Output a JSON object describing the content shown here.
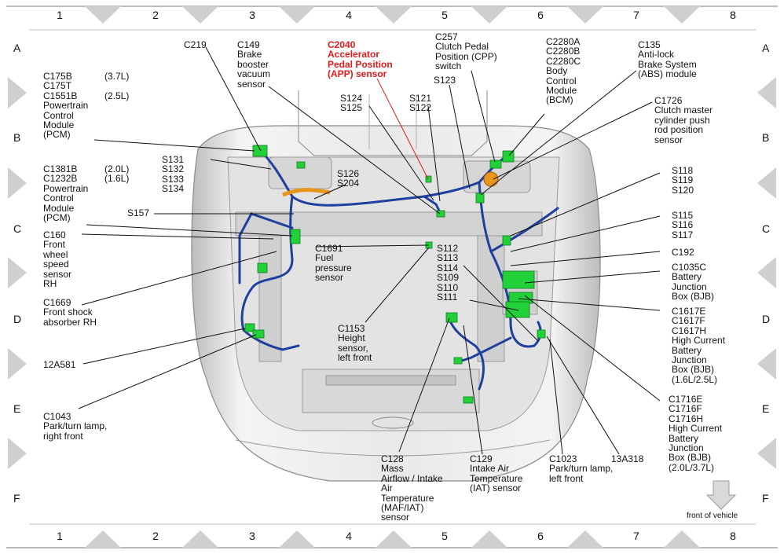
{
  "columns": [
    "1",
    "2",
    "3",
    "4",
    "5",
    "6",
    "7",
    "8"
  ],
  "rows": [
    "A",
    "B",
    "C",
    "D",
    "E",
    "F"
  ],
  "labels": {
    "c219": "C219",
    "c149": "C149\nBrake\nbooster\nvacuum\nsensor",
    "c2040": "C2040\nAccelerator\nPedal Position\n(APP) sensor",
    "c257": "C257\nClutch Pedal\nPosition (CPP)\nswitch",
    "c2280": "C2280A\nC2280B\nC2280C\nBody\nControl\nModule\n(BCM)",
    "c135": "C135\nAnti-lock\nBrake System\n(ABS) module",
    "c175b": "C175B\nC175T\nC1551B\nPowertrain\nControl\nModule\n(PCM)",
    "c175b_variants": "(3.7L)\n\n(2.5L)",
    "s123": "S123",
    "s124": "S124\nS125",
    "s121": "S121\nS122",
    "c1726": "C1726\nClutch master\ncylinder push\nrod position\nsensor",
    "s131": "S131\nS132\nS133\nS134",
    "s126": "S126\nS204",
    "c1381b": "C1381B\nC1232B\nPowertrain\nControl\nModule\n(PCM)",
    "c1381b_variants": "(2.0L)\n(1.6L)",
    "s118": "S118\nS119\nS120",
    "s157": "S157",
    "s115": "S115\nS116\nS117",
    "c160": "C160\nFront\nwheel\nspeed\nsensor\nRH",
    "c1691": "C1691\nFuel\npressure\nsensor",
    "s112": "S112\nS113\nS114\nS109\nS110\nS111",
    "c192": "C192",
    "c1035c": "C1035C\nBattery\nJunction\nBox (BJB)",
    "c1669": "C1669\nFront shock\nabsorber RH",
    "c1617e": "C1617E\nC1617F\nC1617H\nHigh Current\nBattery\nJunction\nBox (BJB)\n(1.6L/2.5L)",
    "c1153": "C1153\nHeight\nsensor,\nleft front",
    "l12a581": "12A581",
    "c1043": "C1043\nPark/turn lamp,\nright front",
    "c1716e": "C1716E\nC1716F\nC1716H\nHigh Current\nBattery\nJunction\nBox (BJB)\n(2.0L/3.7L)",
    "c128": "C128\nMass\nAirflow / Intake\nAir\nTemperature\n(MAF/IAT)\nsensor",
    "c129": "C129\nIntake Air\nTemperature\n(IAT) sensor",
    "c1023": "C1023\nPark/turn lamp,\nleft front",
    "l13a318": "13A318"
  },
  "front_of_vehicle": "front of vehicle",
  "colors": {
    "harness": "#1f3f9e",
    "connector": "#22d13a",
    "highlight": "#e21b1b",
    "engine_bay": "#dcdcdc",
    "triangle": "#cfcfcf"
  }
}
